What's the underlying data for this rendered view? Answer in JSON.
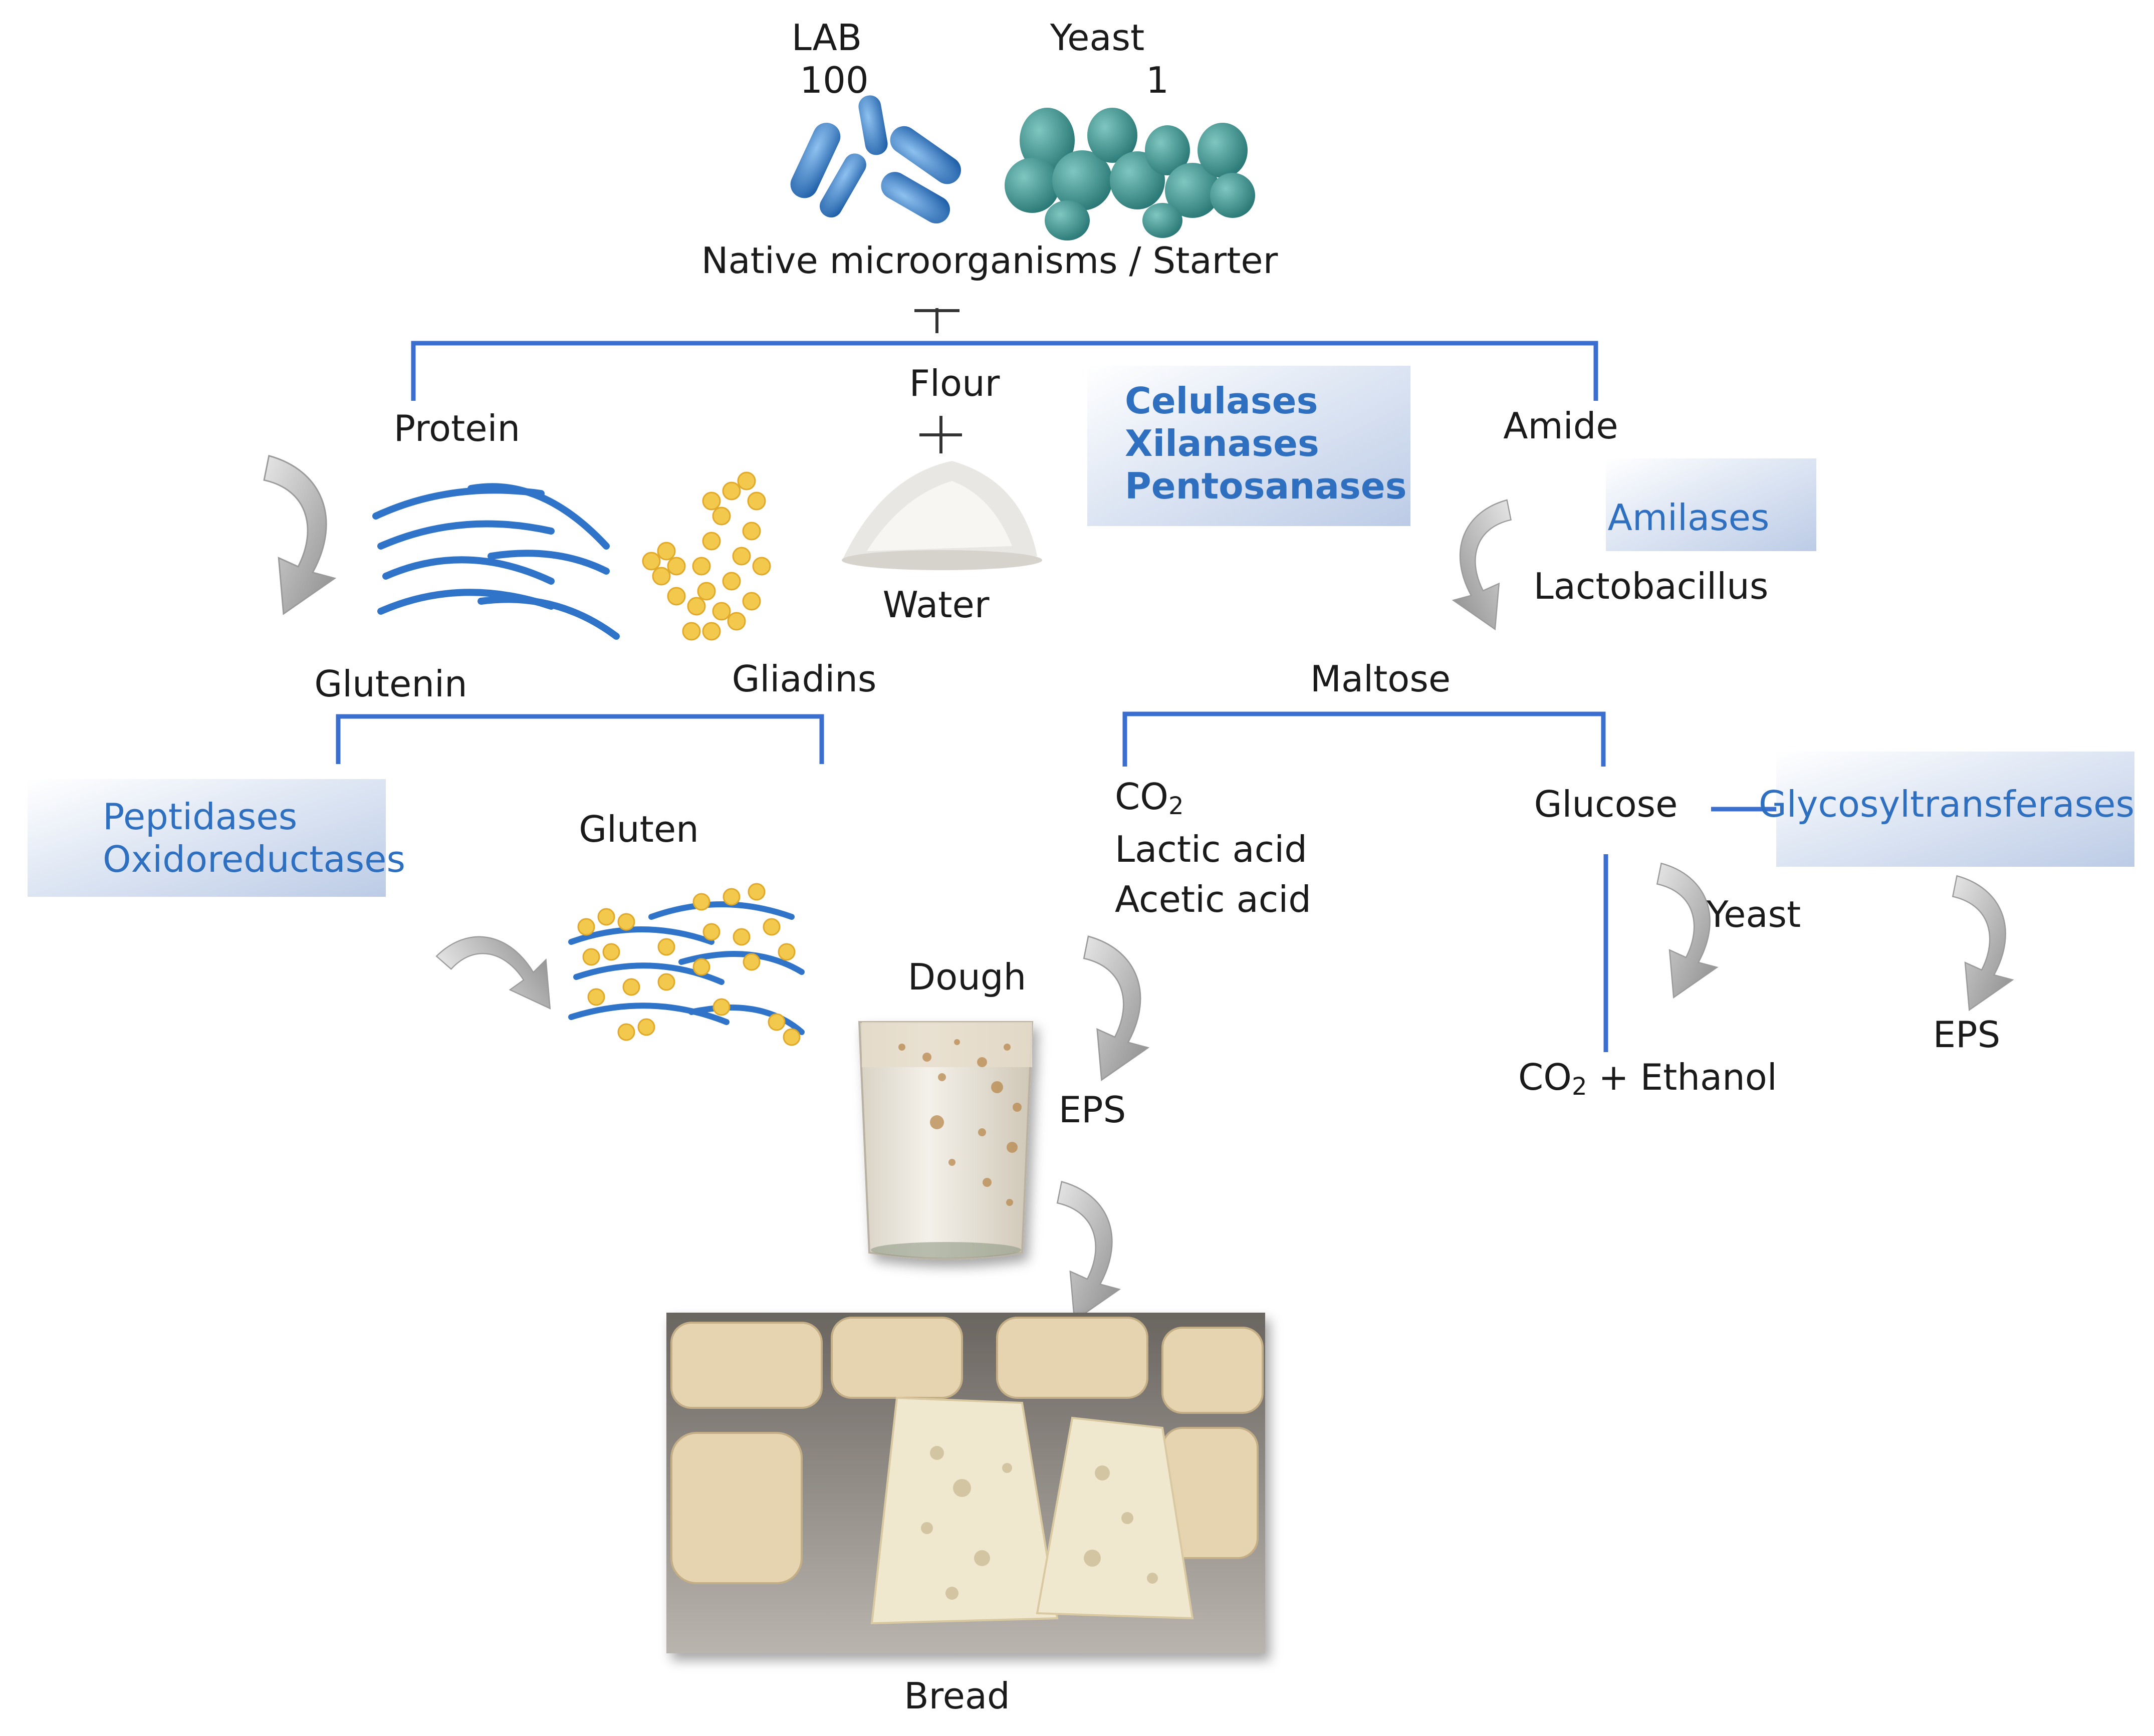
{
  "top": {
    "lab_label": "LAB",
    "lab_count": "100",
    "yeast_label": "Yeast",
    "yeast_count": "1",
    "native_label": "Native microorganisms / Starter"
  },
  "left": {
    "protein": "Protein",
    "flour": "Flour",
    "water": "Water",
    "glutenin": "Glutenin",
    "gliadins": "Gliadins",
    "gluten": "Gluten",
    "enzymes": [
      "Peptidases",
      "Oxidoreductases"
    ]
  },
  "middle": {
    "enzymes": [
      "Celulases",
      "Xilanases",
      "Pentosanases"
    ],
    "dough": "Dough",
    "eps": "EPS",
    "bread": "Bread"
  },
  "right": {
    "amide": "Amide",
    "amylases": "Amilases",
    "lactobacillus": "Lactobacillus",
    "maltose": "Maltose",
    "co2": "CO",
    "co2_sub": "2",
    "lactic_acid": "Lactic acid",
    "acetic_acid": "Acetic acid",
    "glucose": "Glucose",
    "glycosyltransferases": "Glycosyltransferases",
    "yeast": "Yeast",
    "co2_ethanol_pre": "CO",
    "co2_ethanol_sub": "2",
    "co2_ethanol_post": " + Ethanol",
    "eps": "EPS"
  },
  "colors": {
    "line": "#3a6fd0",
    "enzyme_text": "#2f6fc0",
    "enzyme_box": "#c9d6ec",
    "arrow": "#a8a8a8"
  }
}
